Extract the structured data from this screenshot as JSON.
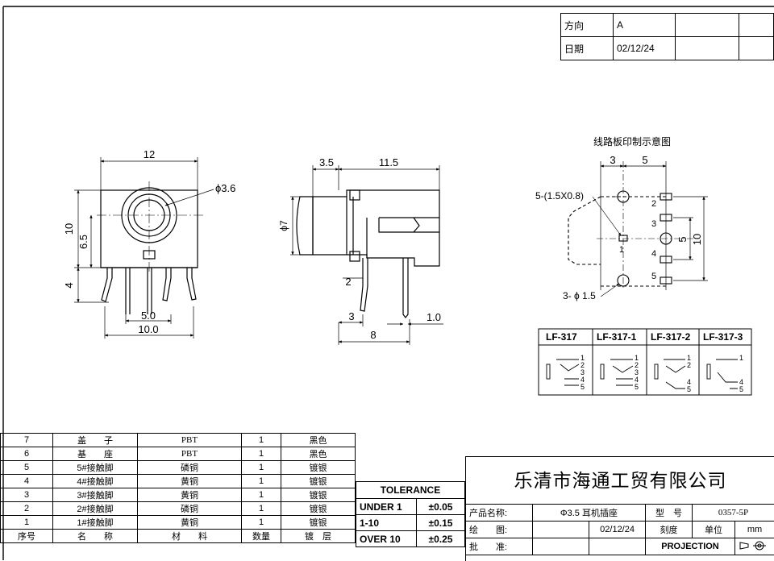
{
  "revision": {
    "direction_label": "方向",
    "direction_value": "A",
    "date_label": "日期",
    "date_value": "02/12/24"
  },
  "front_view": {
    "w12": "12",
    "phi36": "ϕ3.6",
    "h10": "10",
    "h65": "6.5",
    "h4": "4",
    "w50": "5.0",
    "w100": "10.0"
  },
  "side_view": {
    "w35": "3.5",
    "w115": "11.5",
    "phi7": "ϕ7",
    "h2": "2",
    "w3": "3",
    "w8": "8",
    "w10": "1.0"
  },
  "pcb_view": {
    "title": "线路板印制示意图",
    "w3": "3",
    "w5": "5",
    "hole_label": "5-(1.5X0.8)",
    "pin1": "1",
    "pin2": "2",
    "pin3": "3",
    "pin4": "4",
    "pin5": "5",
    "h5": "5",
    "h10": "10",
    "phi15": "3- ϕ 1.5"
  },
  "variants": [
    {
      "model": "LF-317",
      "pins": [
        "1",
        "2",
        "3",
        "4",
        "5"
      ]
    },
    {
      "model": "LF-317-1",
      "pins": [
        "1",
        "2",
        "3",
        "4",
        "5"
      ]
    },
    {
      "model": "LF-317-2",
      "pins": [
        "1",
        "2",
        "4",
        "5"
      ]
    },
    {
      "model": "LF-317-3",
      "pins": [
        "1",
        "4",
        "5"
      ]
    }
  ],
  "bom": {
    "rows": [
      {
        "no": "7",
        "name": "盖　　子",
        "material": "PBT",
        "qty": "1",
        "finish": "黑色"
      },
      {
        "no": "6",
        "name": "基　　座",
        "material": "PBT",
        "qty": "1",
        "finish": "黑色"
      },
      {
        "no": "5",
        "name": "5#接触脚",
        "material": "磷铜",
        "qty": "1",
        "finish": "镀银"
      },
      {
        "no": "4",
        "name": "4#接触脚",
        "material": "黄铜",
        "qty": "1",
        "finish": "镀银"
      },
      {
        "no": "3",
        "name": "3#接触脚",
        "material": "黄铜",
        "qty": "1",
        "finish": "镀银"
      },
      {
        "no": "2",
        "name": "2#接触脚",
        "material": "磷铜",
        "qty": "1",
        "finish": "镀银"
      },
      {
        "no": "1",
        "name": "1#接触脚",
        "material": "黄铜",
        "qty": "1",
        "finish": "镀银"
      }
    ],
    "header": {
      "no": "序号",
      "name": "名　　称",
      "material": "材　　料",
      "qty": "数量",
      "finish": "镀　层"
    }
  },
  "tolerance": {
    "title": "TOLERANCE",
    "rows": [
      {
        "range": "UNDER 1",
        "value": "±0.05"
      },
      {
        "range": "1-10",
        "value": "±0.15"
      },
      {
        "range": "OVER 10",
        "value": "±0.25"
      }
    ]
  },
  "titleblock": {
    "company": "乐清市海通工贸有限公司",
    "product_label": "产品名称:",
    "product_value": "Φ3.5 耳机插座",
    "model_label": "型　号",
    "model_value": "0357-5P",
    "drawn_label": "绘　　图:",
    "drawn_date": "02/12/24",
    "scale_label": "刻度",
    "unit_label": "单位",
    "unit_value": "mm",
    "approve_label": "批　　准:",
    "projection_label": "PROJECTION"
  }
}
